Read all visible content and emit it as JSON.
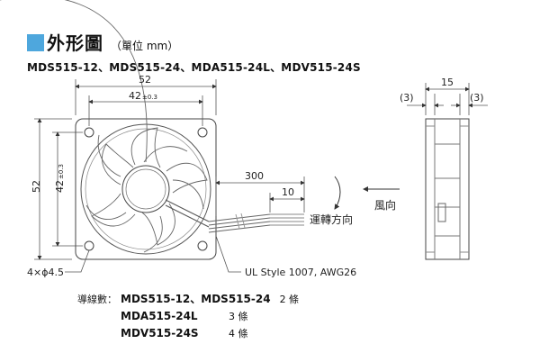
{
  "header": {
    "title": "外形圖",
    "unit": "（單位 mm）",
    "accent_color": "#4ea7dd"
  },
  "models_line": "MDS515-12、MDS515-24、MDA515-24L、MDV515-24S",
  "front_view": {
    "dim_width_total": "52",
    "dim_width_hole": "42",
    "dim_width_hole_tol": "±0.3",
    "dim_height_total": "52",
    "dim_height_hole": "42",
    "dim_height_hole_tol": "±0.3",
    "hole_note": "4×ϕ4.5",
    "cable_length": "300",
    "strip_length": "10",
    "rotation_label": "運轉方向",
    "cable_spec": "UL Style 1007, AWG26"
  },
  "side_view": {
    "depth": "15",
    "flange_left": "(3)",
    "flange_right": "(3)",
    "airflow_label": "風向"
  },
  "lead_table": {
    "label": "導線數",
    "rows": [
      {
        "models": "MDS515-12、MDS515-24",
        "count": "2 條"
      },
      {
        "models": "MDA515-24L",
        "count": "3 條"
      },
      {
        "models": "MDV515-24S",
        "count": "4 條"
      }
    ]
  }
}
